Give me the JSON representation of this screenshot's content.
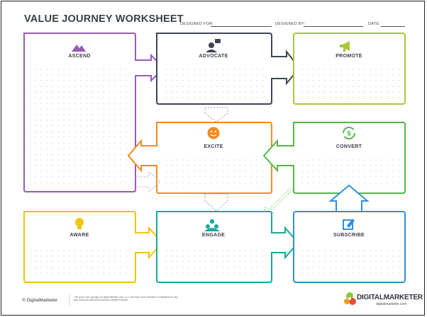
{
  "title": "VALUE JOURNEY WORKSHEET",
  "header": {
    "designed_for": "DESIGNED FOR:",
    "designed_by": "DESIGNED BY:",
    "date": "DATE:"
  },
  "stages": {
    "ascend": "ASCEND",
    "advocate": "ADVOCATE",
    "promote": "PROMOTE",
    "excite": "EXCITE",
    "convert": "CONVERT",
    "aware": "AWARE",
    "engage": "ENGAGE",
    "subscribe": "SUBSCRIBE"
  },
  "colors": {
    "ascend": "#9b59b6",
    "advocate": "#3d4655",
    "promote": "#a5c93a",
    "excite": "#f58b1f",
    "convert": "#52b848",
    "aware": "#f1c40f",
    "engage": "#1aa99a",
    "subscribe": "#2f8fd8"
  },
  "footer": {
    "logo": "© DigitalMarketer",
    "note": "This work is the copyright of Digital Marketer Labs, LLC, and may not be reprinted or redistributed in any way, except by trained and licensed Certified Partners.",
    "brand": "DIGITALMARKETER",
    "brand_url": "digitalmarketer.com"
  }
}
